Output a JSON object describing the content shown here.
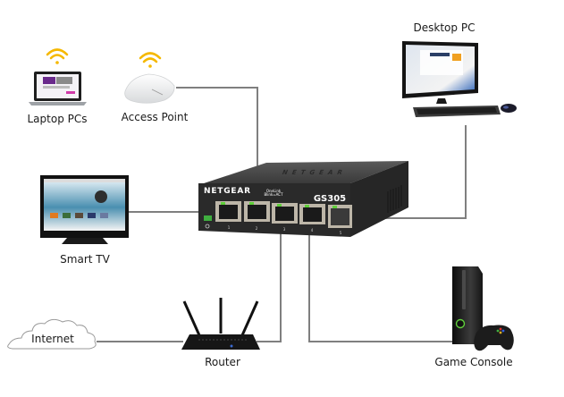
{
  "diagram": {
    "title": "NETGEAR GS305 network topology",
    "switch": {
      "brand": "NETGEAR",
      "model": "GS305",
      "led_label_line1": "OneLink",
      "led_label_line2": "Blink=ACT",
      "ports": [
        "1",
        "2",
        "3",
        "4",
        "5"
      ],
      "port_led_color": "#5fcf3a",
      "power_led_color": "#3fae3f"
    },
    "devices": [
      {
        "id": "laptop",
        "label": "Laptop PCs",
        "connection": "wireless"
      },
      {
        "id": "access-point",
        "label": "Access Point",
        "connection": "port 2"
      },
      {
        "id": "desktop",
        "label": "Desktop PC",
        "connection": "port 5"
      },
      {
        "id": "smart-tv",
        "label": "Smart TV",
        "connection": "port 1"
      },
      {
        "id": "router",
        "label": "Router",
        "connection": "port 3"
      },
      {
        "id": "internet",
        "label": "Internet",
        "connection": "router"
      },
      {
        "id": "game-console",
        "label": "Game Console",
        "connection": "port 4"
      }
    ],
    "colors": {
      "wire": "#7f7f7f",
      "wifi": "#f5b800",
      "device_dark": "#1c1c1c",
      "background": "#ffffff"
    }
  }
}
